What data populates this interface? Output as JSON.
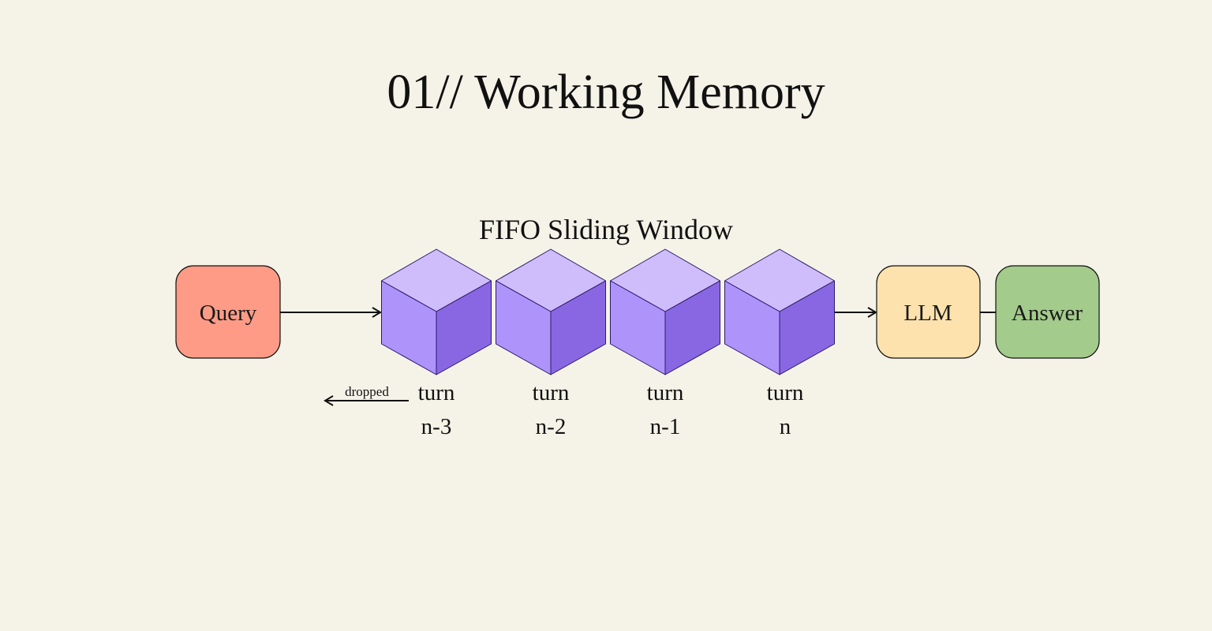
{
  "title": "01// Working Memory",
  "subtitle": "FIFO Sliding Window",
  "nodes": {
    "query": {
      "label": "Query",
      "color": "#fd9b86"
    },
    "llm": {
      "label": "LLM",
      "color": "#fde2ad"
    },
    "answer": {
      "label": "Answer",
      "color": "#a3cb8b"
    }
  },
  "window": {
    "cube_colors": {
      "top": "#cfbdfb",
      "left": "#ae93fb",
      "right": "#8a67e2",
      "stroke": "#2b1a6b"
    },
    "turns": [
      {
        "line1": "turn",
        "line2": "n-3"
      },
      {
        "line1": "turn",
        "line2": "n-2"
      },
      {
        "line1": "turn",
        "line2": "n-1"
      },
      {
        "line1": "turn",
        "line2": "n"
      }
    ]
  },
  "dropped_label": "dropped",
  "background": "#f5f3e8"
}
